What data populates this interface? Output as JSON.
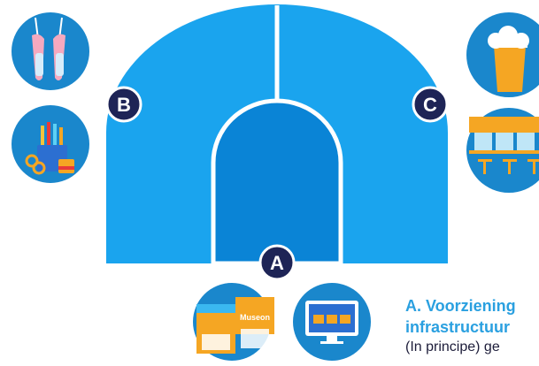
{
  "badges": {
    "a": "A",
    "b": "B",
    "c": "C"
  },
  "icons": {
    "ballet": "ballet-shoes-icon",
    "art_supplies": "art-supplies-icon",
    "beer": "beer-glass-icon",
    "cafe": "cafe-terrace-icon",
    "museum": "museum-building-icon",
    "archive": "computer-archive-icon"
  },
  "museum_sign": "Museon",
  "caption": {
    "title_line1": "A. Voorziening",
    "title_line2": "infrastructuur",
    "body": "(In principe) ge"
  },
  "colors": {
    "arch_outer": "#1aa4ee",
    "arch_inner": "#0a84d6",
    "divider": "#ffffff",
    "badge_fill": "#1e2456",
    "caption_title": "#2aa0e0",
    "caption_body": "#1d1d3a"
  }
}
